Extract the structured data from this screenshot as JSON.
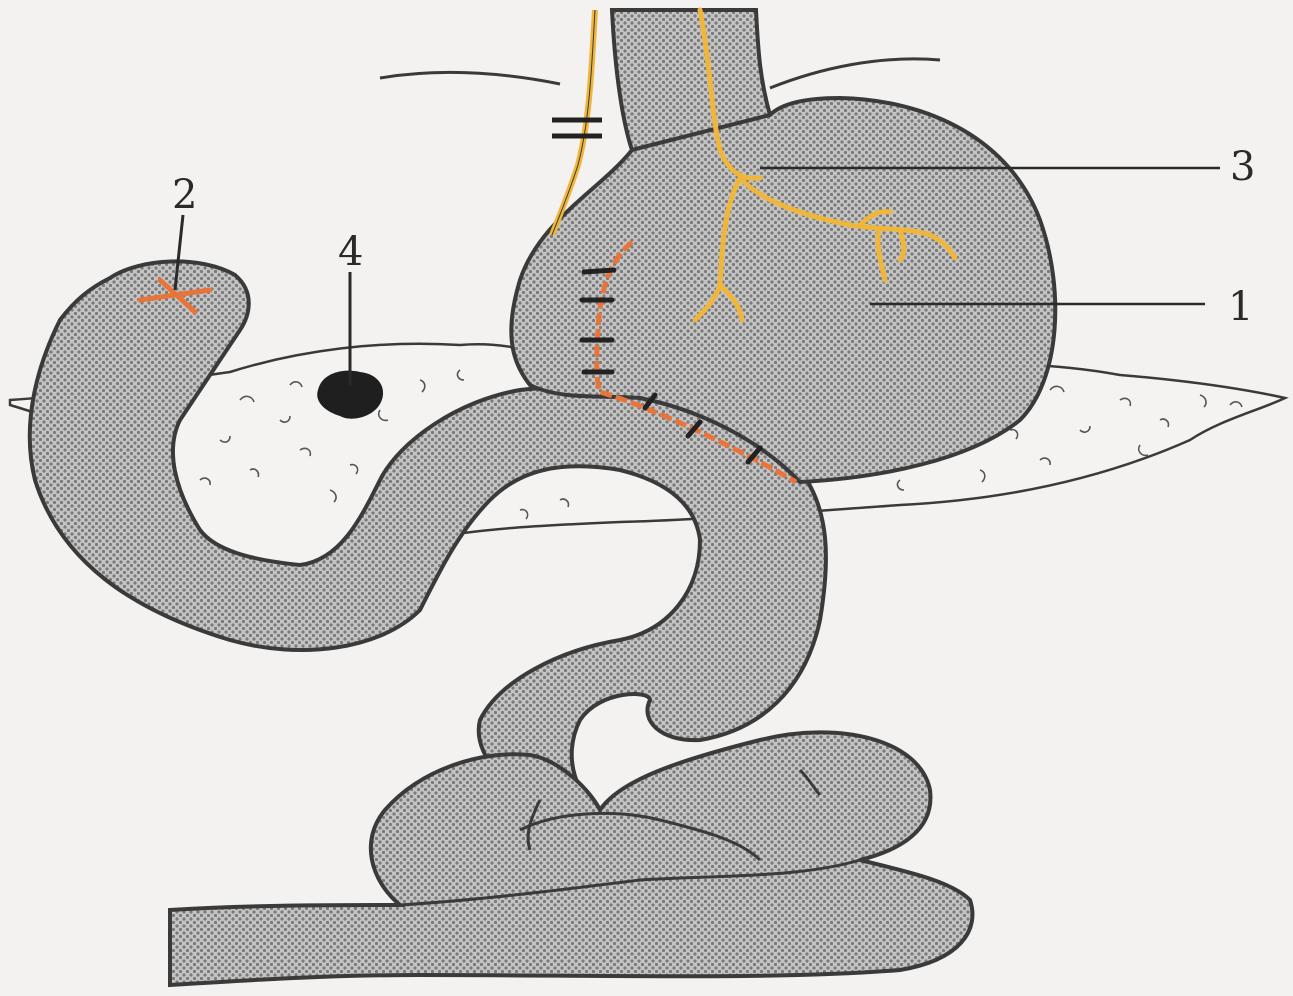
{
  "diagram": {
    "labels": {
      "stomach": "1",
      "ligated_stump": "2",
      "pancreas_lesion": "4",
      "vagus_nerve": "3"
    },
    "colors": {
      "outline": "#3a3a3a",
      "organ_fill": "#bdbdbd",
      "pancreas_fill": "#f4f3f1",
      "nerve": "#f0b63c",
      "suture_line": "#e8743a",
      "lesion": "#1f1f1f",
      "background": "#f3f2f0"
    }
  }
}
